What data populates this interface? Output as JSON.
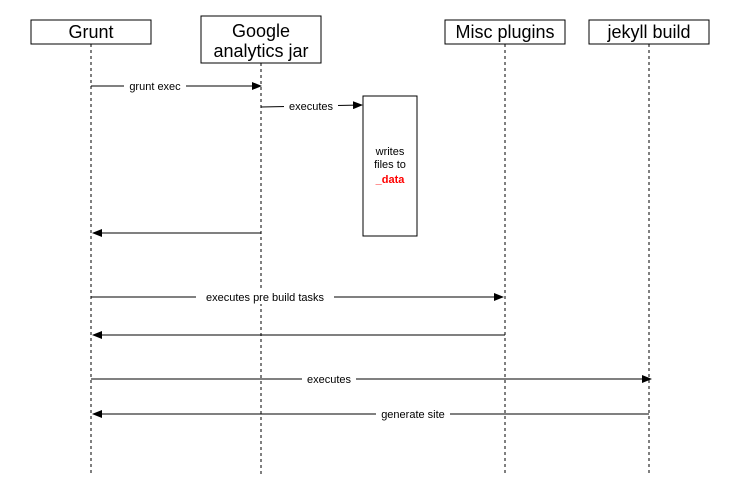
{
  "actors": [
    {
      "id": "grunt",
      "lines": [
        "Grunt"
      ]
    },
    {
      "id": "gajar",
      "lines": [
        "Google",
        "analytics jar"
      ]
    },
    {
      "id": "misc",
      "lines": [
        "Misc plugins"
      ]
    },
    {
      "id": "jekyll",
      "lines": [
        "jekyll build"
      ]
    }
  ],
  "messages": [
    {
      "from": "grunt",
      "to": "gajar",
      "label": "grunt exec"
    },
    {
      "from": "gajar",
      "to": "note",
      "label": "executes"
    },
    {
      "from": "gajar",
      "to": "grunt",
      "label": ""
    },
    {
      "from": "grunt",
      "to": "misc",
      "label": "executes pre build tasks"
    },
    {
      "from": "misc",
      "to": "grunt",
      "label": ""
    },
    {
      "from": "grunt",
      "to": "jekyll",
      "label": "executes"
    },
    {
      "from": "jekyll",
      "to": "grunt",
      "label": "generate site"
    }
  ],
  "note": {
    "lines": [
      "writes",
      "files to"
    ],
    "highlight": "_data",
    "highlight_color": "#ff0000"
  },
  "colors": {
    "stroke": "#000000",
    "background": "#ffffff"
  }
}
